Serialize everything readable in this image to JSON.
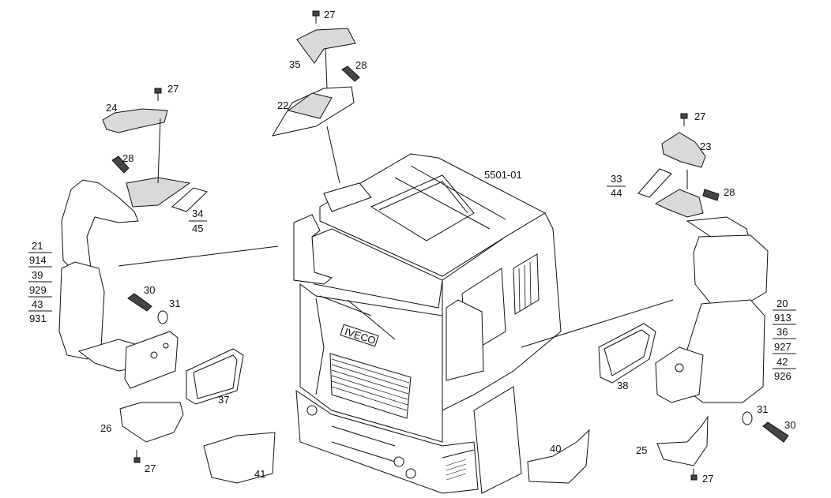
{
  "drawing_code": "5501-01",
  "callouts": {
    "c27a": "27",
    "c35": "35",
    "c28a": "28",
    "c22": "22",
    "c27b": "27",
    "c24": "24",
    "c28b": "28",
    "c34": "34",
    "c45": "45",
    "c21": "21",
    "c914": "914",
    "c39": "39",
    "c929": "929",
    "c43": "43",
    "c931": "931",
    "c30a": "30",
    "c31a": "31",
    "c37": "37",
    "c26": "26",
    "c27c": "27",
    "c41": "41",
    "c27d": "27",
    "c23": "23",
    "c33": "33",
    "c44": "44",
    "c28c": "28",
    "c20": "20",
    "c913": "913",
    "c36": "36",
    "c927": "927",
    "c42": "42",
    "c926": "926",
    "c38": "38",
    "c31b": "31",
    "c30b": "30",
    "c40": "40",
    "c25": "25",
    "c27e": "27"
  },
  "badge_text": "IVECO"
}
